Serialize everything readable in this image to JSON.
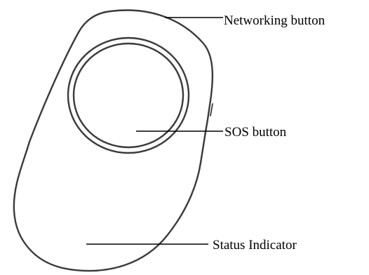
{
  "labels": {
    "networking_button": "Networking  button",
    "sos_button": "SOS  button",
    "status_indicator": "Status  Indicator"
  },
  "colors": {
    "outline": "#3a3a3a",
    "leader_line": "#000000",
    "text": "#000000"
  }
}
